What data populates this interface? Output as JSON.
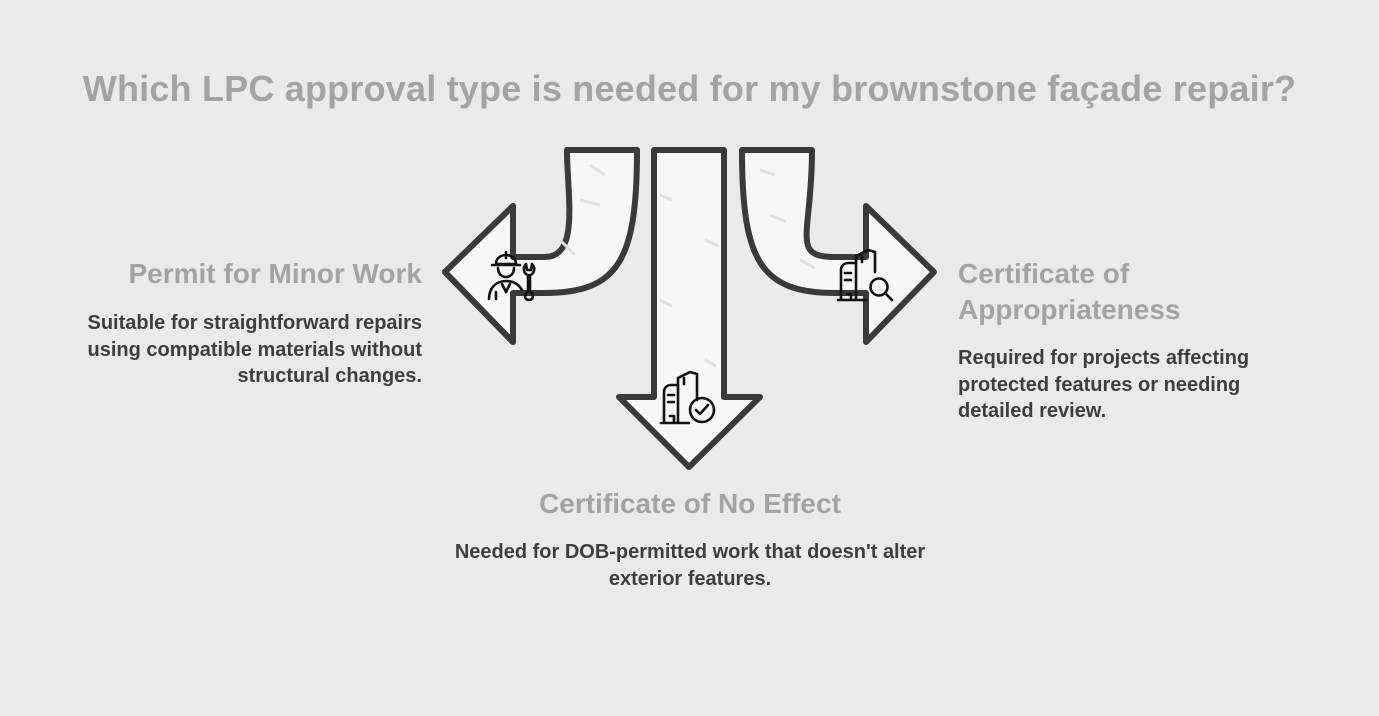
{
  "title": "Which LPC approval type is needed for my brownstone façade repair?",
  "options": [
    {
      "title": "Permit for Minor Work",
      "description": "Suitable for straightforward repairs using compatible materials without structural changes.",
      "icon": "worker-with-wrench-icon"
    },
    {
      "title": "Certificate of No Effect",
      "description": "Needed for DOB-permitted work that doesn't alter exterior features.",
      "icon": "building-check-icon"
    },
    {
      "title": "Certificate of Appropriateness",
      "description": "Required for projects affecting protected features or needing detailed review.",
      "icon": "building-search-icon"
    }
  ],
  "colors": {
    "background": "#e9eae9",
    "arrow_fill": "#f7f7f7",
    "arrow_stroke": "#3a3a3a",
    "heading": "#a3a3a3",
    "body_text": "#3e3e3e"
  }
}
